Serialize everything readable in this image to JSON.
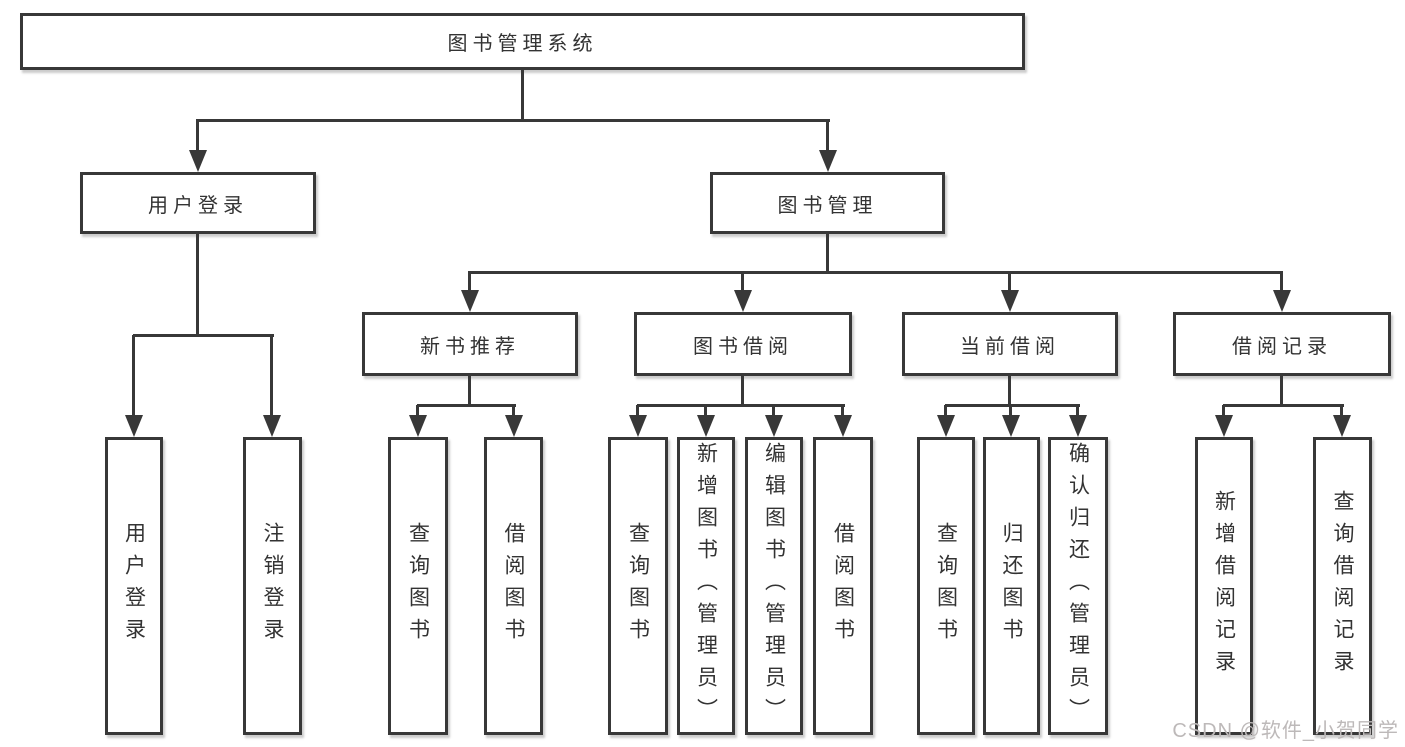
{
  "tree": {
    "label": "图书管理系统",
    "children": [
      {
        "label": "用户登录",
        "children": [
          {
            "label": "用户登录"
          },
          {
            "label": "注销登录"
          }
        ]
      },
      {
        "label": "图书管理",
        "children": [
          {
            "label": "新书推荐",
            "children": [
              {
                "label": "查询图书"
              },
              {
                "label": "借阅图书"
              }
            ]
          },
          {
            "label": "图书借阅",
            "children": [
              {
                "label": "查询图书"
              },
              {
                "label": "新增图书（管理员）"
              },
              {
                "label": "编辑图书（管理员）"
              },
              {
                "label": "借阅图书"
              }
            ]
          },
          {
            "label": "当前借阅",
            "children": [
              {
                "label": "查询图书"
              },
              {
                "label": "归还图书"
              },
              {
                "label": "确认归还（管理员）"
              }
            ]
          },
          {
            "label": "借阅记录",
            "children": [
              {
                "label": "新增借阅记录"
              },
              {
                "label": "查询借阅记录"
              }
            ]
          }
        ]
      }
    ]
  },
  "watermark": {
    "text": "CSDN @软件_小贺同学"
  },
  "colors": {
    "line": "#383838",
    "border": "#383838",
    "text": "#333333",
    "background": "#ffffff",
    "watermark": "#bdb9b9"
  }
}
